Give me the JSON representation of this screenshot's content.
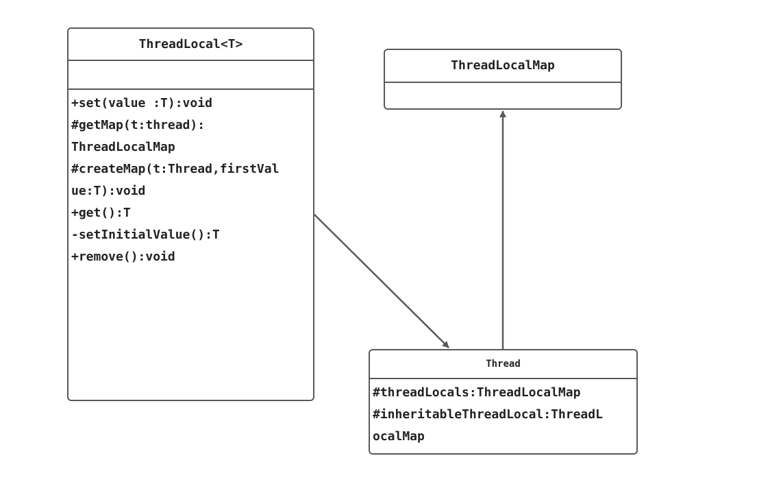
{
  "diagram": {
    "classes": {
      "threadlocal": {
        "name": "ThreadLocal<T>",
        "members": [
          "+set(value :T):void",
          "#getMap(t:thread):",
          "ThreadLocalMap",
          "#createMap(t:Thread,firstVal",
          "ue:T):void",
          "+get():T",
          "-setInitialValue():T",
          "+remove():void"
        ]
      },
      "threadlocalmap": {
        "name": "ThreadLocalMap",
        "members": []
      },
      "thread": {
        "name": "Thread",
        "members": [
          "#threadLocals:ThreadLocalMap",
          "#inheritableThreadLocal:ThreadL",
          "ocalMap"
        ]
      }
    },
    "connector_color": "#595959",
    "border_color": "#595959"
  }
}
